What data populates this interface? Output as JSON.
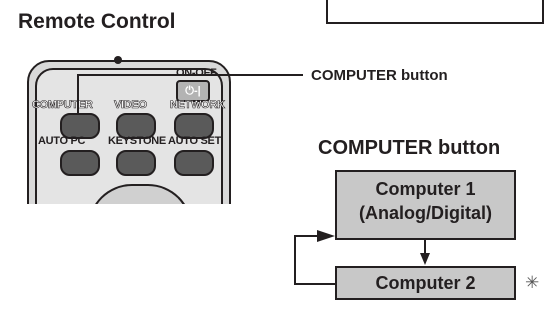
{
  "page": {
    "section_title": "Remote Control",
    "callout_label": "COMPUTER button",
    "flow_title": "COMPUTER button"
  },
  "remote": {
    "top_label": "ON-OFF",
    "power_symbol": "⏻-|",
    "row1_labels": [
      "COMPUTER",
      "VIDEO",
      "NETWORK"
    ],
    "row2_labels": [
      "AUTO PC",
      "KEYSTONE",
      "AUTO SET"
    ]
  },
  "flow": {
    "box1_line1": "Computer 1",
    "box1_line2": "(Analog/Digital)",
    "box2": "Computer 2",
    "note_mark": "✳"
  },
  "colors": {
    "box_fill": "#c8c8c8",
    "remote_body": "#d9d9d9",
    "button_fill": "#5a5a5a"
  }
}
